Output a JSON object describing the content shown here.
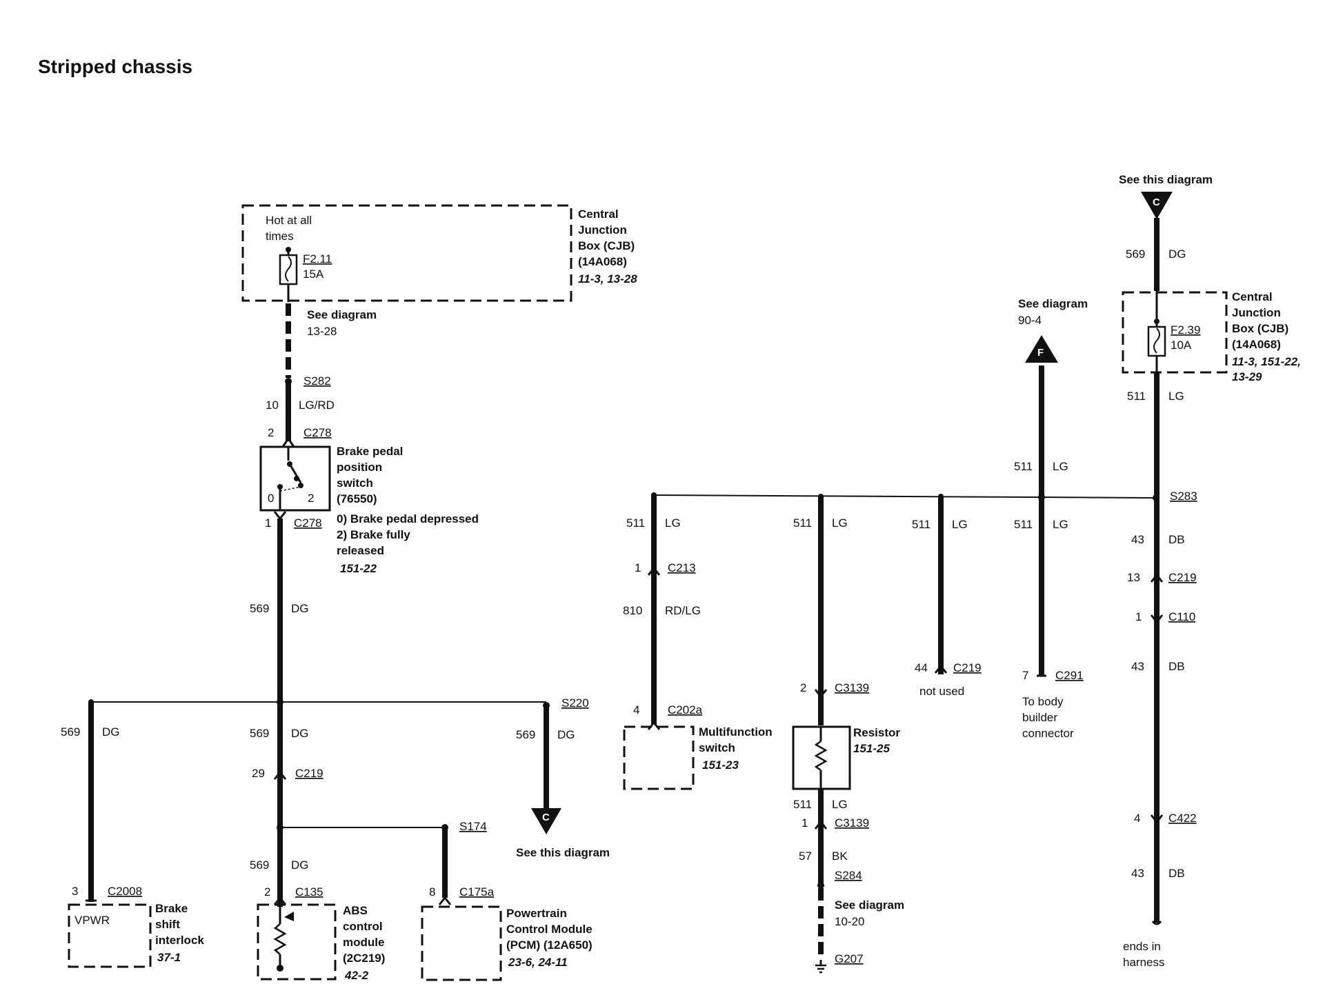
{
  "title": "Stripped chassis",
  "cjb_left": {
    "hot_line1": "Hot at all",
    "hot_line2": "times",
    "fuse": "F2.11",
    "amps": "15A",
    "name_lines": [
      "Central",
      "Junction",
      "Box (CJB)",
      "(14A068)"
    ],
    "ref": "11-3, 13-28"
  },
  "see_diagram_13_28": {
    "label": "See diagram",
    "ref": "13-28"
  },
  "s282": "S282",
  "wire_10": {
    "num": "10",
    "color": "LG/RD"
  },
  "c278_top": {
    "pin": "2",
    "conn": "C278"
  },
  "bpp_switch": {
    "name_lines": [
      "Brake pedal",
      "position",
      "switch",
      "(76550)"
    ],
    "pos0": "0",
    "pos2": "2",
    "note_lines": [
      "0) Brake pedal depressed",
      "2) Brake fully",
      "released"
    ],
    "ref": "151-22"
  },
  "c278_bot": {
    "pin": "1",
    "conn": "C278"
  },
  "wire_569_main": {
    "num": "569",
    "color": "DG"
  },
  "s220": "S220",
  "wire_569_left": {
    "num": "569",
    "color": "DG"
  },
  "wire_569_mid": {
    "num": "569",
    "color": "DG"
  },
  "wire_569_right": {
    "num": "569",
    "color": "DG"
  },
  "c219_29": {
    "pin": "29",
    "conn": "C219"
  },
  "s174": "S174",
  "wire_569_abs": {
    "num": "569",
    "color": "DG"
  },
  "see_this_c_bottom": {
    "letter": "C",
    "label": "See this diagram"
  },
  "brake_shift": {
    "pin": "3",
    "conn": "C2008",
    "vpwr": "VPWR",
    "name_lines": [
      "Brake",
      "shift",
      "interlock"
    ],
    "ref": "37-1"
  },
  "abs": {
    "pin": "2",
    "conn": "C135",
    "name_lines": [
      "ABS",
      "control",
      "module",
      "(2C219)"
    ],
    "ref": "42-2"
  },
  "pcm": {
    "pin": "8",
    "conn": "C175a",
    "name_lines": [
      "Powertrain",
      "Control Module",
      "(PCM) (12A650)"
    ],
    "ref": "23-6, 24-11"
  },
  "mfs_branch": {
    "wire_num": "511",
    "wire_color": "LG",
    "c213_pin": "1",
    "c213": "C213",
    "wire2_num": "810",
    "wire2_color": "RD/LG",
    "c202a_pin": "4",
    "c202a": "C202a",
    "name_lines": [
      "Multifunction",
      "switch"
    ],
    "ref": "151-23"
  },
  "resistor_branch": {
    "wire_num": "511",
    "wire_color": "LG",
    "c3139_top_pin": "2",
    "c3139_top": "C3139",
    "name": "Resistor",
    "ref": "151-25",
    "wire2_num": "511",
    "wire2_color": "LG",
    "c3139_bot_pin": "1",
    "c3139_bot": "C3139",
    "wire3_num": "57",
    "wire3_color": "BK",
    "s284": "S284",
    "see_label": "See diagram",
    "see_ref": "10-20",
    "g207": "G207"
  },
  "notused_branch": {
    "wire_num": "511",
    "wire_color": "LG",
    "pin": "44",
    "conn": "C219",
    "note": "not used"
  },
  "body_branch": {
    "wire_num": "511",
    "wire_color": "LG",
    "upper_num": "511",
    "upper_color": "LG",
    "pin": "7",
    "conn": "C291",
    "note_lines": [
      "To body",
      "builder",
      "connector"
    ]
  },
  "see_diagram_f": {
    "letter": "F",
    "label": "See diagram",
    "ref": "90-4"
  },
  "right_column": {
    "see_this_top": {
      "letter": "C",
      "label": "See this diagram"
    },
    "wire_569": {
      "num": "569",
      "color": "DG"
    },
    "cjb": {
      "fuse": "F2.39",
      "amps": "10A",
      "name_lines": [
        "Central",
        "Junction",
        "Box (CJB)",
        "(14A068)"
      ],
      "ref_lines": [
        "11-3, 151-22,",
        "13-29"
      ]
    },
    "wire_511": {
      "num": "511",
      "color": "LG"
    },
    "s283": "S283",
    "wire_43a": {
      "num": "43",
      "color": "DB"
    },
    "c219": {
      "pin": "13",
      "conn": "C219"
    },
    "c110": {
      "pin": "1",
      "conn": "C110"
    },
    "wire_43b": {
      "num": "43",
      "color": "DB"
    },
    "c422": {
      "pin": "4",
      "conn": "C422"
    },
    "wire_43c": {
      "num": "43",
      "color": "DB"
    },
    "ends_lines": [
      "ends in",
      "harness"
    ]
  }
}
